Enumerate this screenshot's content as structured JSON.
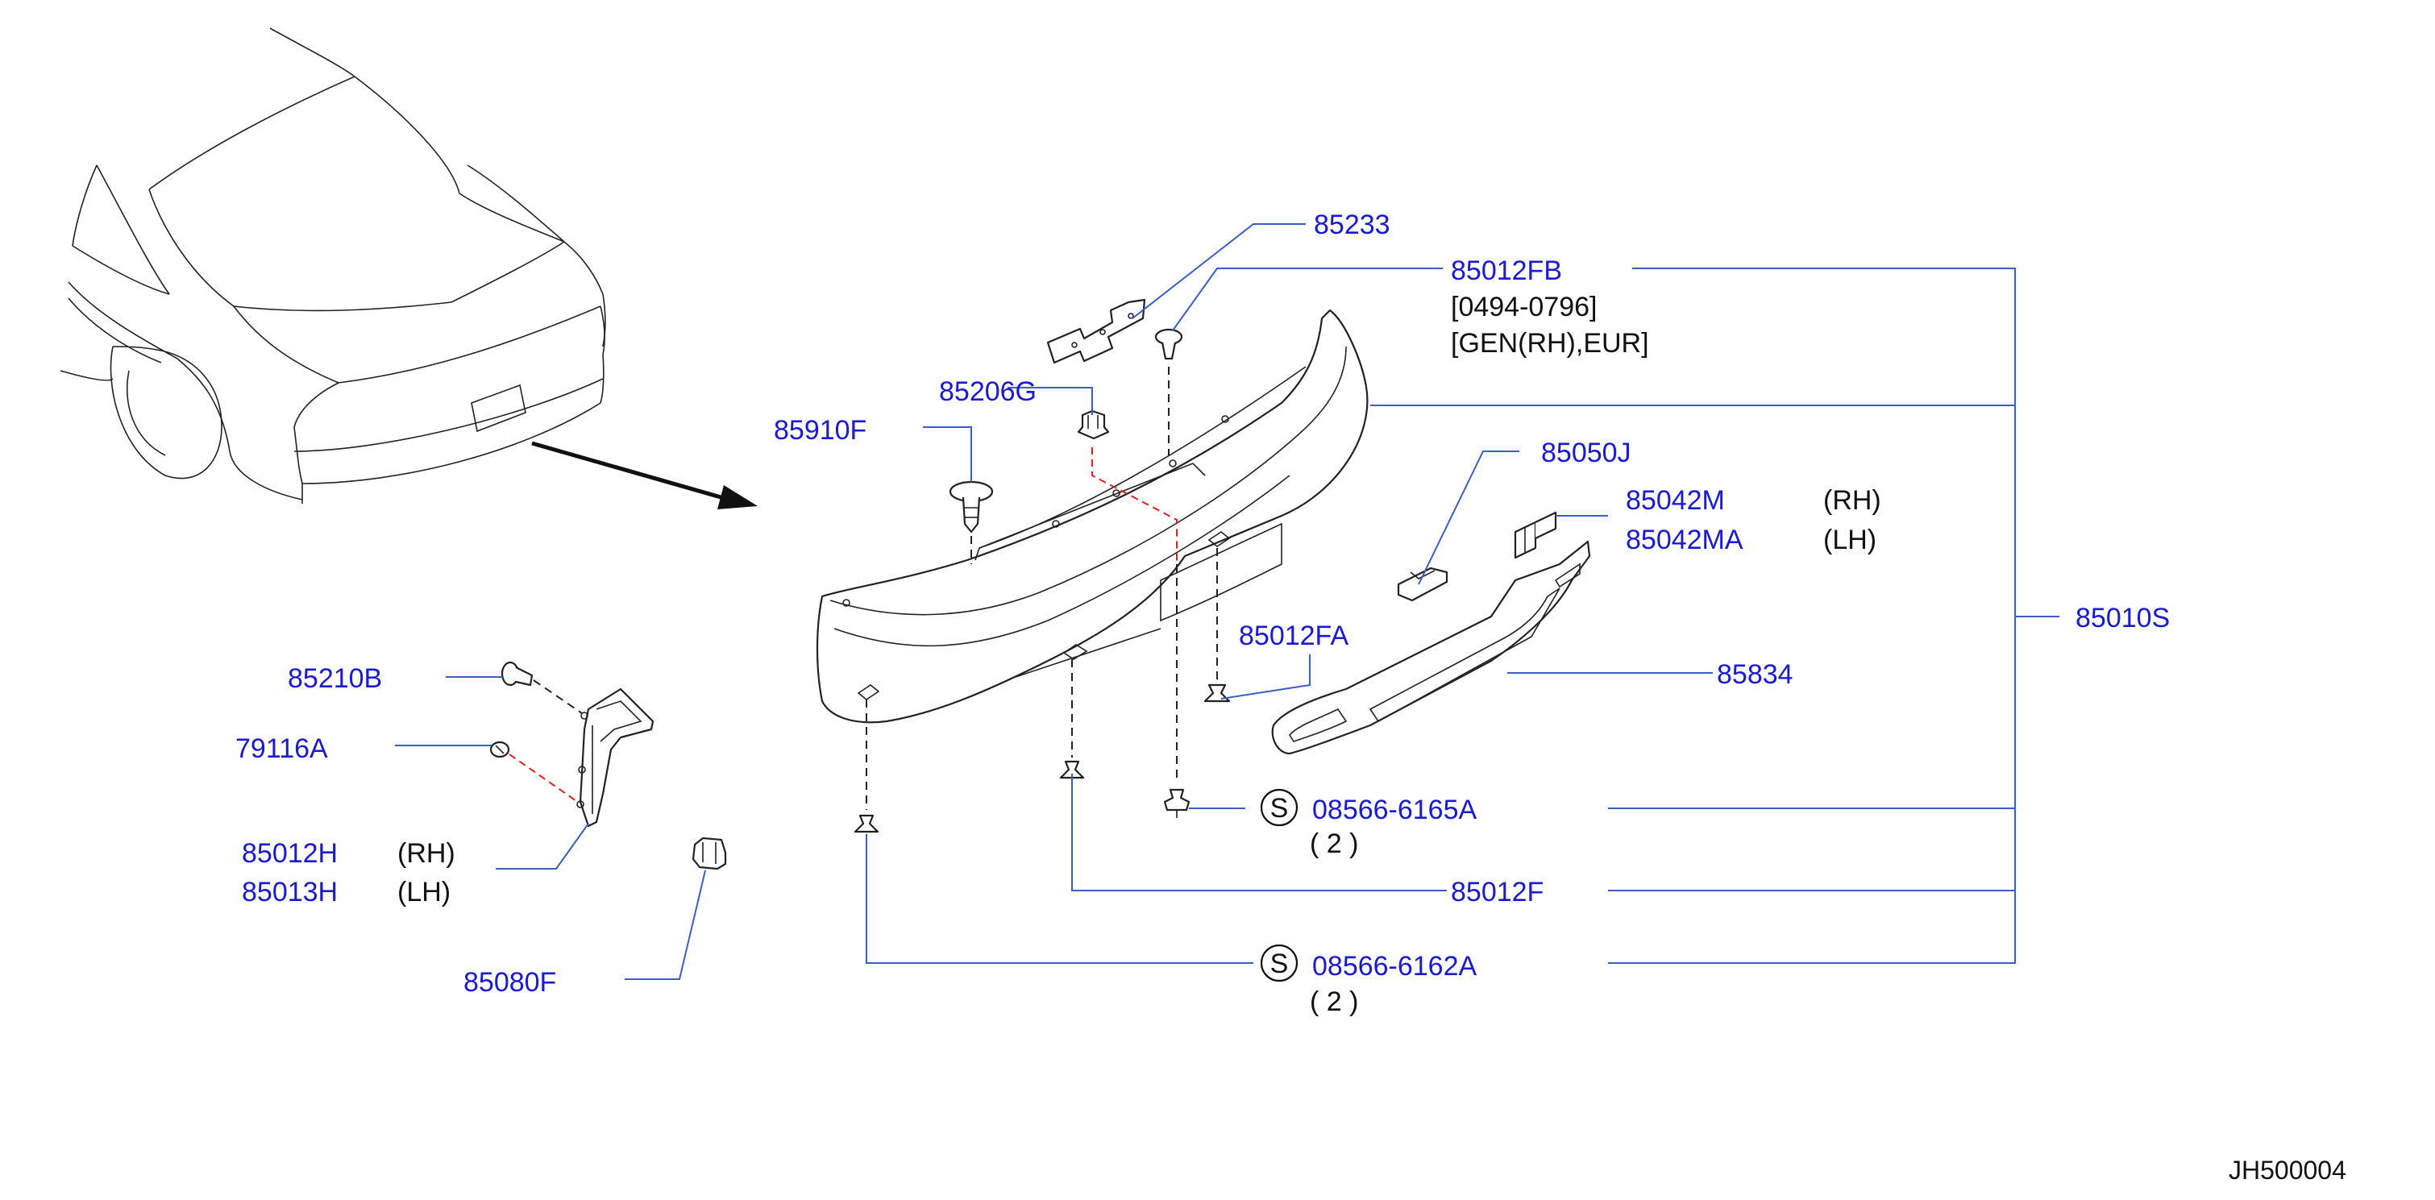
{
  "parts": [
    {
      "id": "85233",
      "label": "85233"
    },
    {
      "id": "85012FB",
      "label": "85012FB",
      "notes": [
        "[0494-0796]",
        "[GEN(RH),EUR]"
      ]
    },
    {
      "id": "85206G",
      "label": "85206G"
    },
    {
      "id": "85910F",
      "label": "85910F"
    },
    {
      "id": "85050J",
      "label": "85050J"
    },
    {
      "id": "85042M",
      "label": "85042M",
      "side": "(RH)"
    },
    {
      "id": "85042MA",
      "label": "85042MA",
      "side": "(LH)"
    },
    {
      "id": "85010S",
      "label": "85010S"
    },
    {
      "id": "85012FA",
      "label": "85012FA"
    },
    {
      "id": "85834",
      "label": "85834"
    },
    {
      "id": "85210B",
      "label": "85210B"
    },
    {
      "id": "79116A",
      "label": "79116A"
    },
    {
      "id": "85012H",
      "label": "85012H",
      "side": "(RH)"
    },
    {
      "id": "85013H",
      "label": "85013H",
      "side": "(LH)"
    },
    {
      "id": "85080F",
      "label": "85080F"
    },
    {
      "id": "08566-6165A",
      "label": "08566-6165A",
      "symbol": "S",
      "qty": "(   2   )"
    },
    {
      "id": "85012F",
      "label": "85012F"
    },
    {
      "id": "08566-6162A",
      "label": "08566-6162A",
      "symbol": "S",
      "qty": "(   2   )"
    }
  ],
  "reference_code": "JH500004"
}
